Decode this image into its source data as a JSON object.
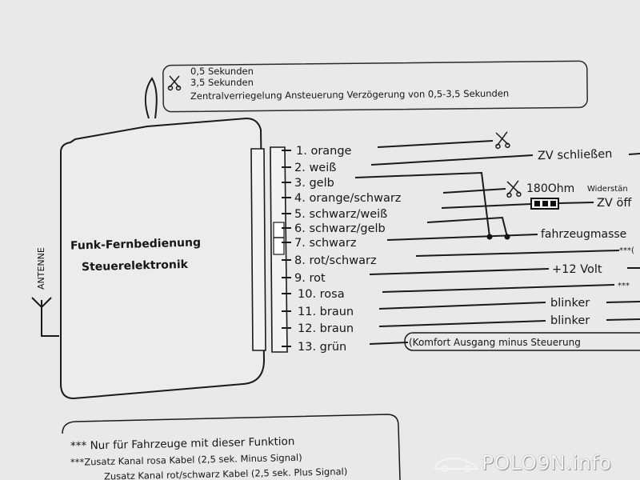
{
  "timing_box": {
    "line1": "0,5 Sekunden",
    "line2": "3,5 Sekunden",
    "line3": "Zentralverriegelung Ansteuerung Verzögerung von 0,5-3,5 Sekunden"
  },
  "unit": {
    "title_line1": "Funk-Fernbedienung",
    "title_line2": "Steuerelektronik",
    "antenna_label": "ANTENNE"
  },
  "pins": [
    {
      "label": "1. orange"
    },
    {
      "label": "2. weiß"
    },
    {
      "label": "3. gelb"
    },
    {
      "label": "4. orange/schwarz"
    },
    {
      "label": "5. schwarz/weiß"
    },
    {
      "label": "6. schwarz/gelb"
    },
    {
      "label": "7. schwarz"
    },
    {
      "label": "8. rot/schwarz"
    },
    {
      "label": "9. rot"
    },
    {
      "label": "10. rosa"
    },
    {
      "label": "11. braun"
    },
    {
      "label": "12. braun"
    },
    {
      "label": "13. grün"
    }
  ],
  "wire_labels": {
    "zv_schliessen": "ZV schließen",
    "ohm": "180Ohm",
    "widerstand": "Widerstän",
    "zv_oeffnen": "ZV öff",
    "fahrzeugmasse": "fahrzeugmasse",
    "stars_8": "***(",
    "plus12": "+12 Volt",
    "stars_10": "***",
    "blinker_11": "blinker",
    "blinker_12": "blinker",
    "komfort": "(Komfort Ausgang minus Steuerung"
  },
  "notes": {
    "line1": "*** Nur für Fahrzeuge mit dieser Funktion",
    "line2": "***Zusatz Kanal rosa Kabel (2,5 sek. Minus Signal)",
    "line3": "Zusatz Kanal rot/schwarz Kabel (2,5 sek. Plus Signal)"
  },
  "watermark": {
    "text": "POLO9N.info"
  }
}
